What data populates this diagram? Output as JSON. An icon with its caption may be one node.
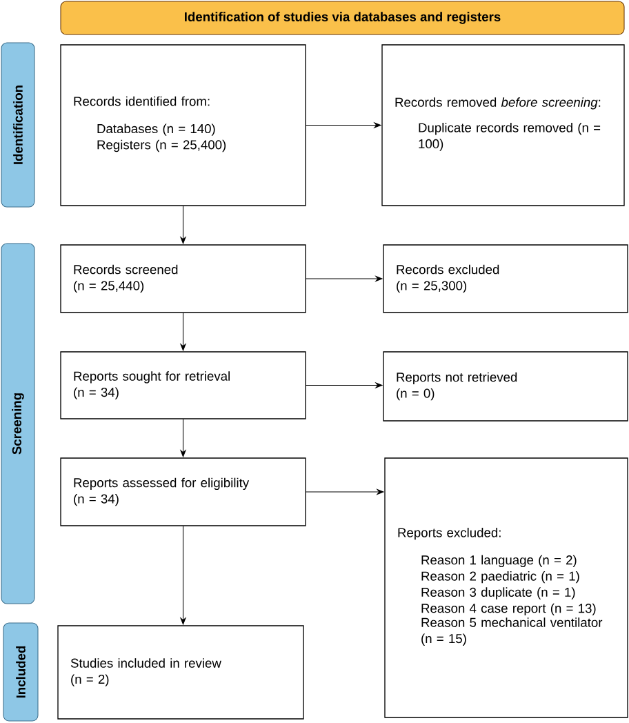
{
  "diagram": {
    "nodes": [
      {
        "text": [
          "Identification of studies via databases and registers"
        ]
      },
      {
        "text": [
          "Identification"
        ]
      },
      {
        "text": [
          "Records identified from:",
          "Databases (n = 140)",
          "Registers (n = 25,400)"
        ]
      },
      {
        "text": [
          "Records removed *before screening*:",
          "Duplicate records removed (n = 100)"
        ]
      },
      {
        "text": [
          "Screening"
        ]
      },
      {
        "text": [
          "Records screened",
          "(n = 25,440)"
        ]
      },
      {
        "text": [
          "Records excluded",
          "(n = 25,300)"
        ]
      },
      {
        "text": [
          "Reports sought for retrieval",
          "(n = 34)"
        ]
      },
      {
        "text": [
          "Reports not retrieved",
          "(n = 0)"
        ]
      },
      {
        "text": [
          "Reports assessed for eligibility",
          "(n = 34)"
        ]
      },
      {
        "text": [
          "Reports excluded:",
          "Reason 1 language (n = 2)",
          "Reason 2 paediatric (n = 1)",
          "Reason 3 duplicate (n = 1)",
          "Reason 4 case report (n = 13)",
          "Reason 5 mechanical ventilator (n = 15)"
        ]
      },
      {
        "text": [
          "Included"
        ]
      },
      {
        "text": [
          "Studies included in review",
          "(n = 2)"
        ]
      }
    ],
    "edges": [
      {
        "from": 2,
        "to": 3,
        "arrow": "to"
      },
      {
        "from": 2,
        "to": 5,
        "arrow": "to"
      },
      {
        "from": 5,
        "to": 6,
        "arrow": "to"
      },
      {
        "from": 5,
        "to": 7,
        "arrow": "to"
      },
      {
        "from": 7,
        "to": 8,
        "arrow": "to"
      },
      {
        "from": 7,
        "to": 9,
        "arrow": "to"
      },
      {
        "from": 9,
        "to": 10,
        "arrow": "to"
      },
      {
        "from": 9,
        "to": 12,
        "arrow": "to"
      }
    ]
  }
}
